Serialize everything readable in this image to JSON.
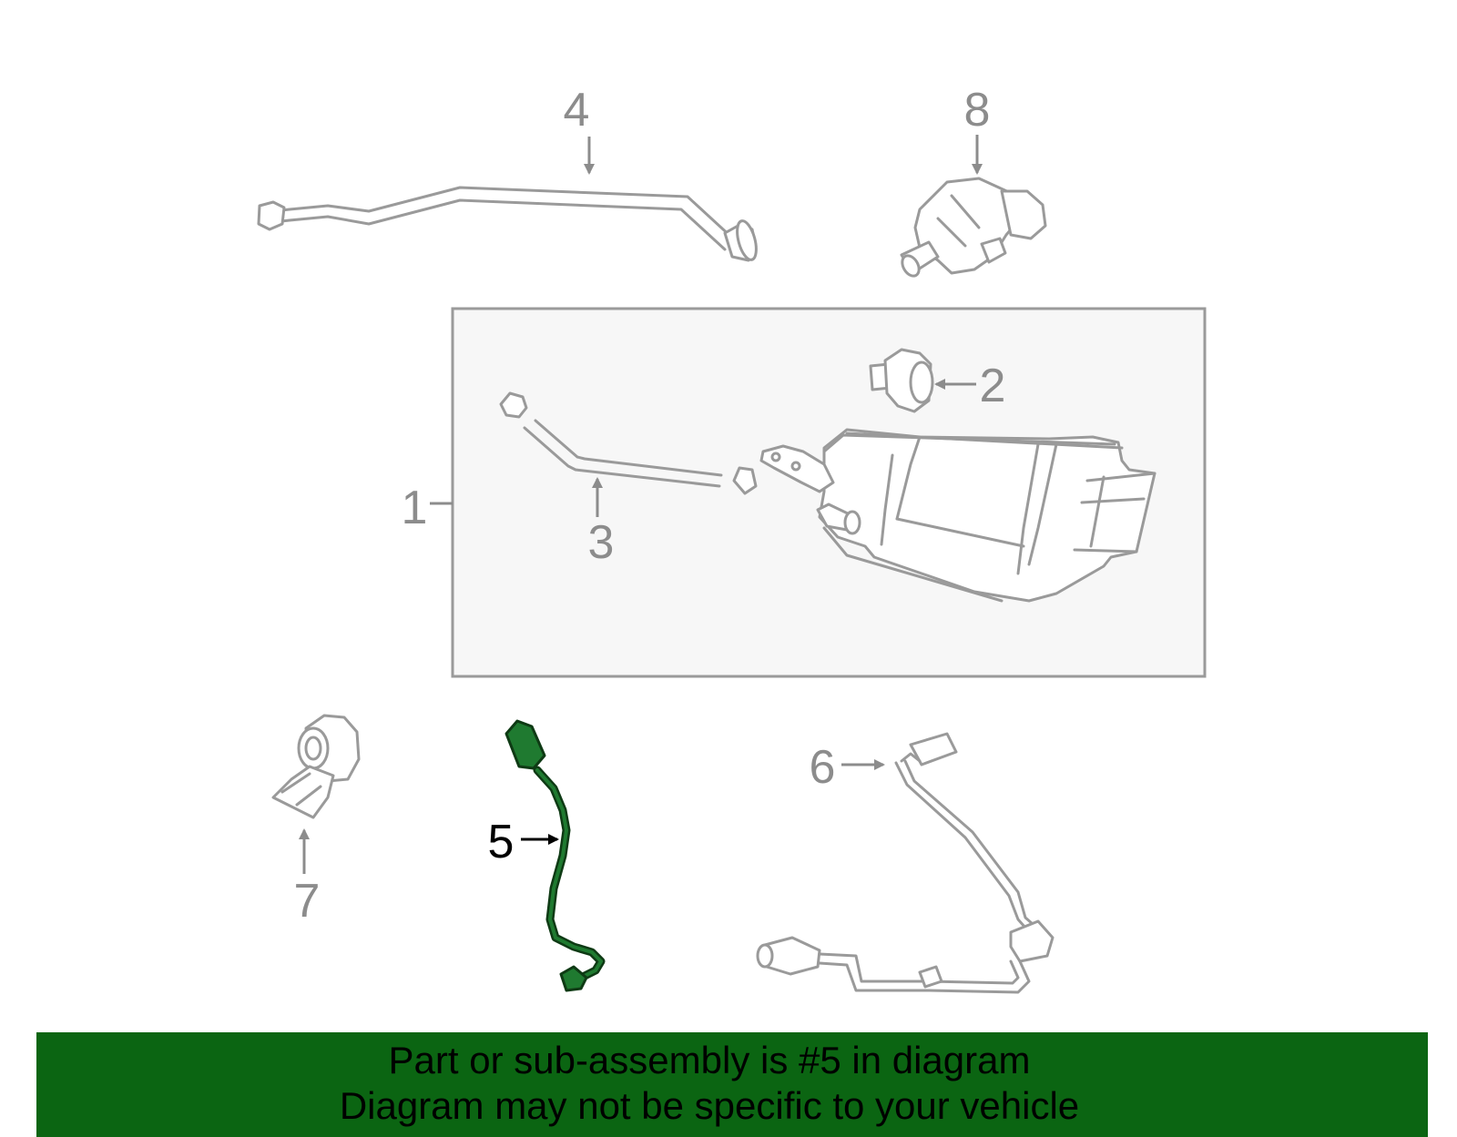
{
  "colors": {
    "banner_background": "#0b6512",
    "highlight_part": "#1f7a30",
    "part_outline": "#9a9a9a",
    "assembly_box_fill": "#f7f7f7"
  },
  "callouts": {
    "c1": "1",
    "c2": "2",
    "c3": "3",
    "c4": "4",
    "c5": "5",
    "c6": "6",
    "c7": "7",
    "c8": "8"
  },
  "highlighted_callout": "5",
  "banner": {
    "line1": "Part or sub-assembly is #5 in diagram",
    "line2": "Diagram may not be specific to your vehicle"
  }
}
